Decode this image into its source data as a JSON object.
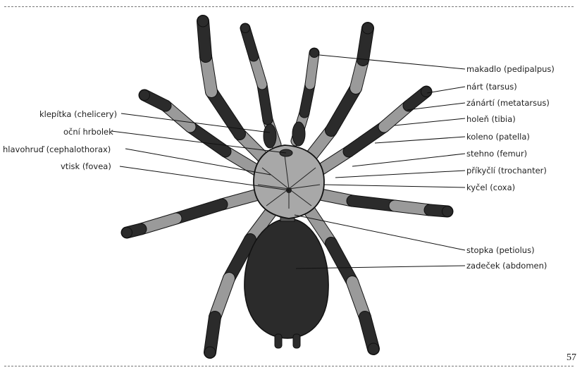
{
  "labels": {
    "left": {
      "klepitka": "klepítka (chelicery)",
      "ocni_hrbolek": "oční hrbolek",
      "hlavohrud": "hlavohruď (cephalothorax)",
      "vtisk": "vtisk (fovea)"
    },
    "right": {
      "makadlo": "makadlo (pedipalpus)",
      "nart": "nárt (tarsus)",
      "zanarti": "zánártí (metatarsus)",
      "holen": "holeň (tibia)",
      "koleno": "koleno (patella)",
      "stehno": "stehno (femur)",
      "prikycli": "příkyčlí (trochanter)",
      "kycel": "kyčel (coxa)",
      "stopka": "stopka (petiolus)",
      "zadecek": "zadeček (abdomen)"
    }
  },
  "page_number": "57",
  "colors": {
    "dark_segment": "#2b2b2b",
    "light_segment": "#9a9a9a",
    "carapace": "#a8a8a8",
    "outline": "#111111"
  }
}
